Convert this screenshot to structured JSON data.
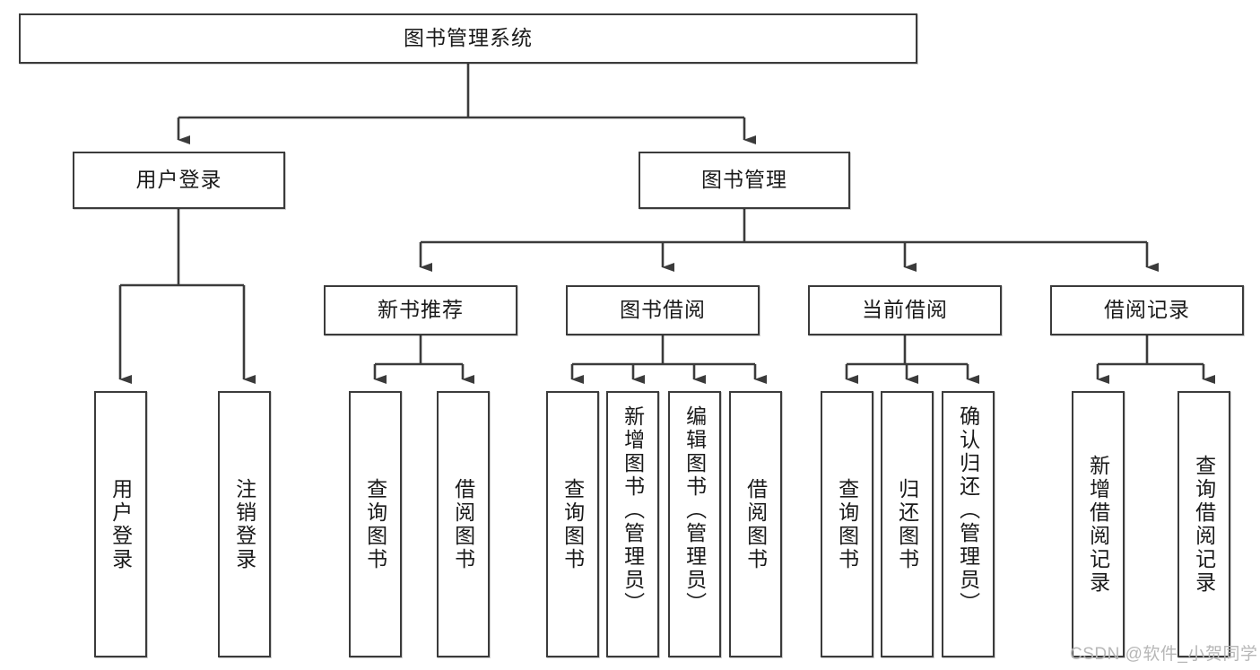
{
  "diagram": {
    "title": "图书管理系统",
    "type": "hierarchy-tree",
    "arrow_direction": "downward",
    "colors": {
      "box_border": "#3b3b3b",
      "box_fill": "#ffffff",
      "edge": "#3b3b3b",
      "text": "#1a1a1a",
      "watermark": "#b7b7b7"
    },
    "levels": [
      {
        "level": 1,
        "nodes": [
          {
            "id": "root",
            "label": "图书管理系统",
            "orientation": "horizontal"
          }
        ]
      },
      {
        "level": 2,
        "nodes": [
          {
            "id": "user-login",
            "label": "用户登录",
            "orientation": "horizontal",
            "parent": "root"
          },
          {
            "id": "book-manage",
            "label": "图书管理",
            "orientation": "horizontal",
            "parent": "root"
          }
        ]
      },
      {
        "level": 3,
        "nodes": [
          {
            "id": "new-book-rec",
            "label": "新书推荐",
            "orientation": "horizontal",
            "parent": "book-manage"
          },
          {
            "id": "book-borrow",
            "label": "图书借阅",
            "orientation": "horizontal",
            "parent": "book-manage"
          },
          {
            "id": "current-borrow",
            "label": "当前借阅",
            "orientation": "horizontal",
            "parent": "book-manage"
          },
          {
            "id": "borrow-record",
            "label": "借阅记录",
            "orientation": "horizontal",
            "parent": "book-manage"
          }
        ]
      },
      {
        "level": 4,
        "nodes": [
          {
            "id": "leaf-user-login",
            "label": "用户登录",
            "orientation": "vertical",
            "parent": "user-login"
          },
          {
            "id": "leaf-logout-login",
            "label": "注销登录",
            "orientation": "vertical",
            "parent": "user-login"
          },
          {
            "id": "leaf-query-book-1",
            "label": "查询图书",
            "orientation": "vertical",
            "parent": "new-book-rec"
          },
          {
            "id": "leaf-borrow-book-1",
            "label": "借阅图书",
            "orientation": "vertical",
            "parent": "new-book-rec"
          },
          {
            "id": "leaf-query-book-2",
            "label": "查询图书",
            "orientation": "vertical",
            "parent": "book-borrow"
          },
          {
            "id": "leaf-add-book",
            "label": "新增图书（管理员）",
            "orientation": "vertical",
            "parent": "book-borrow"
          },
          {
            "id": "leaf-edit-book",
            "label": "编辑图书（管理员）",
            "orientation": "vertical",
            "parent": "book-borrow"
          },
          {
            "id": "leaf-borrow-book-2",
            "label": "借阅图书",
            "orientation": "vertical",
            "parent": "book-borrow"
          },
          {
            "id": "leaf-query-book-3",
            "label": "查询图书",
            "orientation": "vertical",
            "parent": "current-borrow"
          },
          {
            "id": "leaf-return-book",
            "label": "归还图书",
            "orientation": "vertical",
            "parent": "current-borrow"
          },
          {
            "id": "leaf-confirm-return",
            "label": "确认归还（管理员）",
            "orientation": "vertical",
            "parent": "current-borrow"
          },
          {
            "id": "leaf-add-record",
            "label": "新增借阅记录",
            "orientation": "vertical",
            "parent": "borrow-record"
          },
          {
            "id": "leaf-query-record",
            "label": "查询借阅记录",
            "orientation": "vertical",
            "parent": "borrow-record"
          }
        ]
      }
    ]
  },
  "watermark": {
    "text": "CSDN @软件_小贺同学"
  }
}
